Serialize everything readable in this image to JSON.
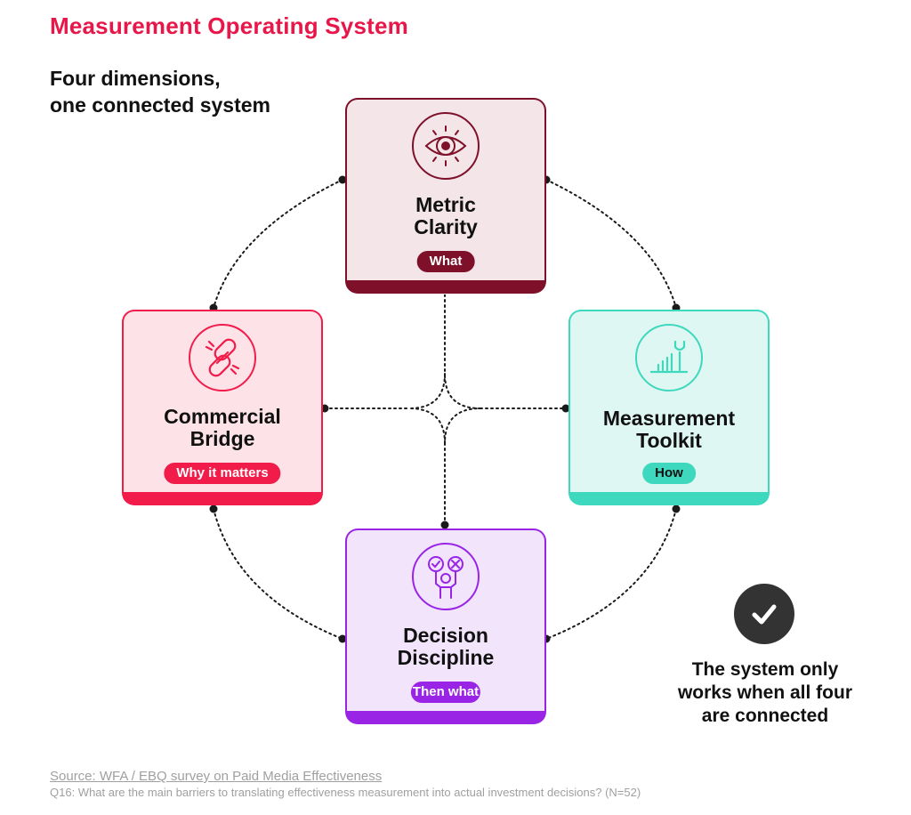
{
  "header": {
    "title": "Measurement Operating System",
    "subtitle_line1": "Four dimensions,",
    "subtitle_line2": "one connected system"
  },
  "cards": {
    "metric_clarity": {
      "title_line1": "Metric",
      "title_line2": "Clarity",
      "pill": "What",
      "icon": "eye-icon",
      "color": "#7e1029"
    },
    "commercial_bridge": {
      "title_line1": "Commercial",
      "title_line2": "Bridge",
      "pill": "Why it matters",
      "icon": "broken-link-icon",
      "color": "#f21c4a"
    },
    "measurement_toolkit": {
      "title_line1": "Measurement",
      "title_line2": "Toolkit",
      "pill": "How",
      "icon": "bar-chart-wrench-icon",
      "color": "#3dd8bd"
    },
    "decision_discipline": {
      "title_line1": "Decision",
      "title_line2": "Discipline",
      "pill": "Then what",
      "icon": "person-decision-icon",
      "color": "#9a24e6"
    }
  },
  "callout": {
    "icon": "checkmark-icon",
    "line1": "The system only",
    "line2": "works when all four",
    "line3": "are connected"
  },
  "footer": {
    "source": "Source: WFA / EBQ survey on Paid Media Effectiveness",
    "note": "Q16: What are the main barriers to translating effectiveness measurement into actual investment decisions? (N=52)"
  }
}
